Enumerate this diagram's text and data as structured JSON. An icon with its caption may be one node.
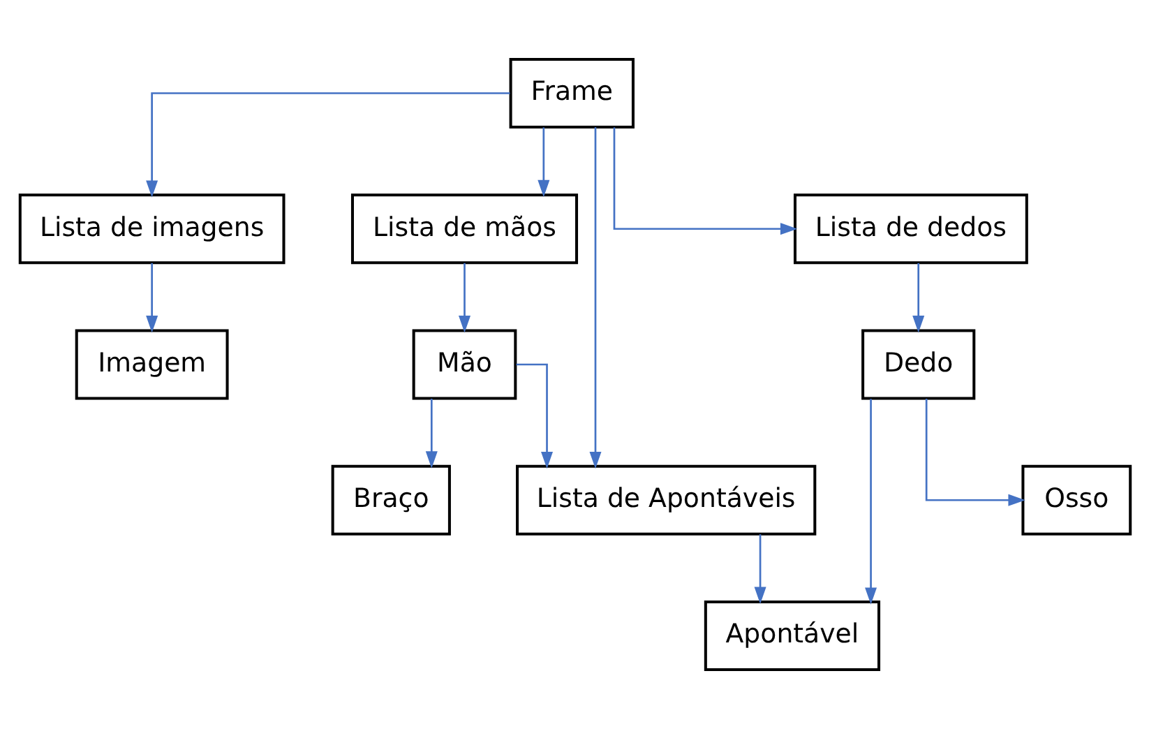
{
  "diagram": {
    "nodes": [
      {
        "text": [
          "Frame"
        ]
      },
      {
        "text": [
          "Lista de imagens"
        ]
      },
      {
        "text": [
          "Lista de mãos"
        ]
      },
      {
        "text": [
          "Imagem"
        ]
      },
      {
        "text": [
          "Mão"
        ]
      },
      {
        "text": [
          "Braço"
        ]
      },
      {
        "text": [
          "Lista de dedos"
        ]
      },
      {
        "text": [
          "Lista de Apontáveis"
        ]
      },
      {
        "text": [
          "Apontável"
        ]
      },
      {
        "text": [
          "Dedo"
        ]
      },
      {
        "text": [
          "Osso"
        ]
      }
    ],
    "edges": [
      {
        "from": 0,
        "to": 1,
        "arrow": "to"
      },
      {
        "from": 0,
        "to": 2,
        "arrow": "to"
      },
      {
        "from": 0,
        "to": 6,
        "arrow": "to"
      },
      {
        "from": 0,
        "to": 7,
        "arrow": "to"
      },
      {
        "from": 1,
        "to": 3,
        "arrow": "to"
      },
      {
        "from": 2,
        "to": 4,
        "arrow": "to"
      },
      {
        "from": 4,
        "to": 5,
        "arrow": "to"
      },
      {
        "from": 4,
        "to": 7,
        "arrow": "to"
      },
      {
        "from": 7,
        "to": 8,
        "arrow": "to"
      },
      {
        "from": 6,
        "to": 9,
        "arrow": "to"
      },
      {
        "from": 9,
        "to": 8,
        "arrow": "to"
      },
      {
        "from": 9,
        "to": 10,
        "arrow": "to"
      }
    ]
  }
}
